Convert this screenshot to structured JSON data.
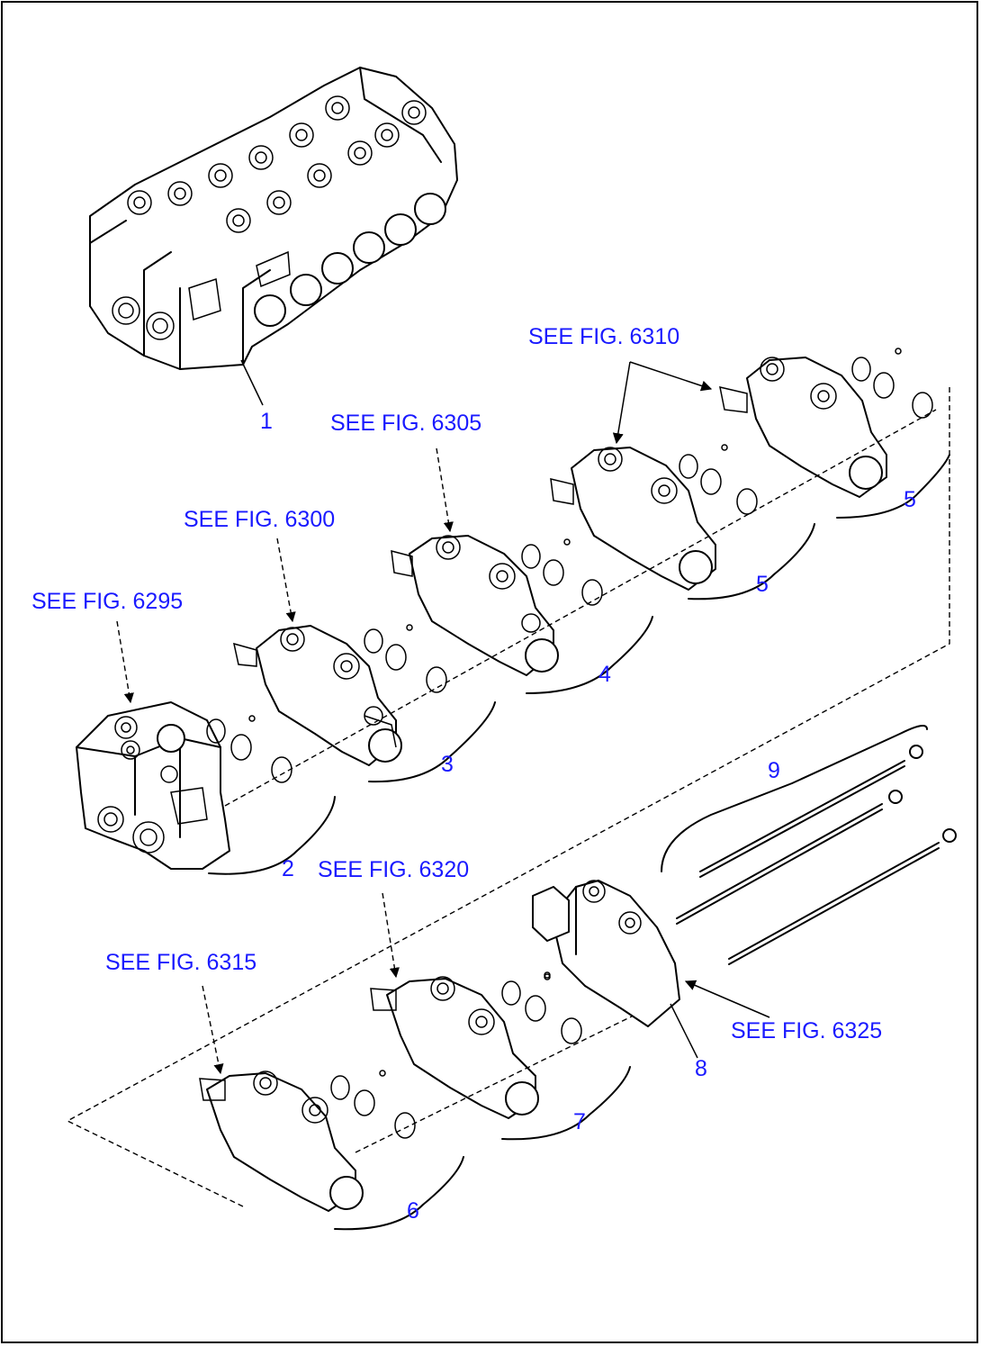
{
  "colors": {
    "label": "#1a1aff",
    "line": "#000000",
    "background": "#ffffff"
  },
  "figure_refs": [
    {
      "id": "fig-6310",
      "text": "SEE FIG. 6310"
    },
    {
      "id": "fig-6305",
      "text": "SEE FIG. 6305"
    },
    {
      "id": "fig-6300",
      "text": "SEE FIG. 6300"
    },
    {
      "id": "fig-6295",
      "text": "SEE FIG. 6295"
    },
    {
      "id": "fig-6320",
      "text": "SEE FIG. 6320"
    },
    {
      "id": "fig-6315",
      "text": "SEE FIG. 6315"
    },
    {
      "id": "fig-6325",
      "text": "SEE FIG. 6325"
    }
  ],
  "callouts": [
    {
      "id": "part-1",
      "text": "1"
    },
    {
      "id": "part-2",
      "text": "2"
    },
    {
      "id": "part-3",
      "text": "3"
    },
    {
      "id": "part-4",
      "text": "4"
    },
    {
      "id": "part-5a",
      "text": "5"
    },
    {
      "id": "part-5b",
      "text": "5"
    },
    {
      "id": "part-6",
      "text": "6"
    },
    {
      "id": "part-7",
      "text": "7"
    },
    {
      "id": "part-8",
      "text": "8"
    },
    {
      "id": "part-9",
      "text": "9"
    }
  ]
}
